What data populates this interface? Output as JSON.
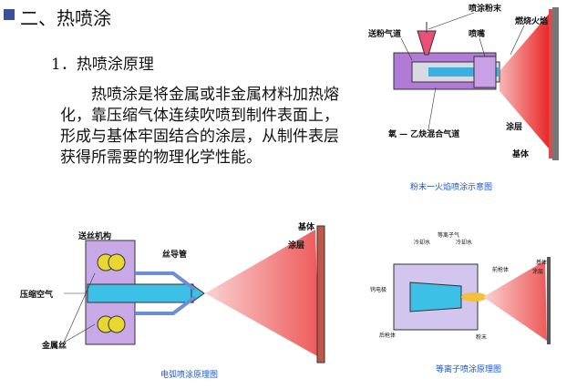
{
  "slide": {
    "heading": "二、热喷涂",
    "subheading": "1．热喷涂原理",
    "paragraph": "热喷涂是将金属或非金属材料加热熔化，靠压缩气体连续吹喷到制件表面上，形成与基体牢固结合的涂层，从制件表层获得所需要的物理化学性能。"
  },
  "figures": {
    "flame": {
      "caption": "粉末一火焰喷涂示意图",
      "labels": {
        "powder": "喷涂粉末",
        "flame": "燃烧火焰",
        "gas": "送粉气道",
        "nozzle": "喷嘴",
        "mix": "氧 — 乙炔混合气道",
        "coating": "涂层",
        "substrate": "基体"
      }
    },
    "arc": {
      "caption": "电弧喷涂原理图",
      "labels": {
        "feed": "送丝机构",
        "guide": "丝导管",
        "substrate": "基体",
        "coating": "涂层",
        "air": "压缩空气",
        "wire": "金属丝"
      }
    },
    "plasma": {
      "caption": "等离子喷涂原理图",
      "labels": {
        "cool1": "冷却水",
        "gas": "等离子气",
        "cool2": "冷却水",
        "front": "前枪体",
        "electrode": "钨电极",
        "rear": "后枪体",
        "powder": "粉末",
        "substrate": "基体",
        "coating": "涂层"
      }
    }
  }
}
